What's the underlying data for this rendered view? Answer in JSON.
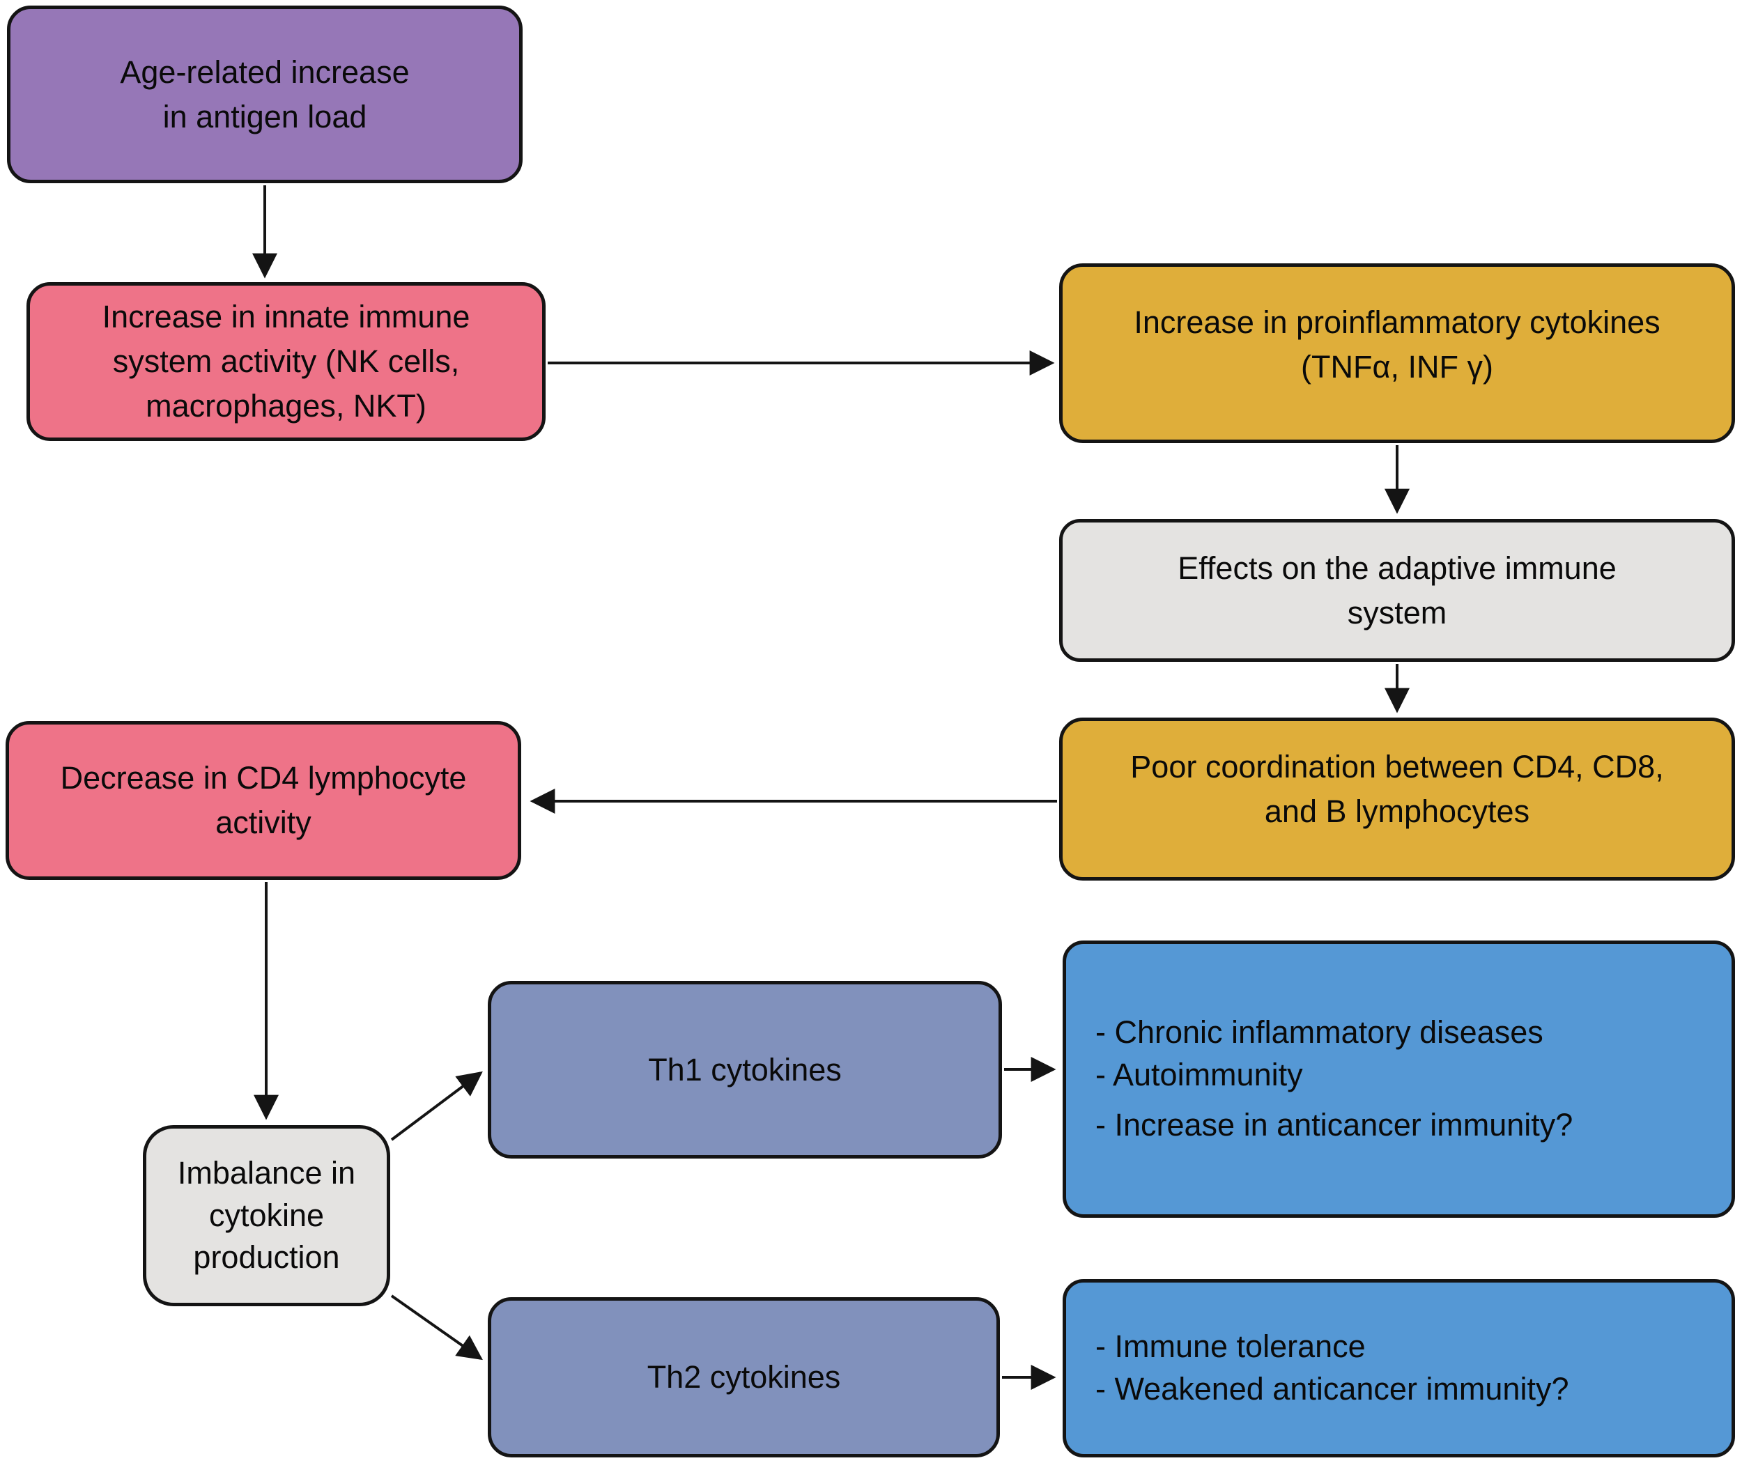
{
  "palette": {
    "purple": "#9677b7",
    "pink": "#ee7388",
    "gold": "#dfae3a",
    "gray": "#e4e3e1",
    "slate": "#8191bc",
    "blue": "#5598d5",
    "border": "#141414",
    "arrow": "#141414",
    "background": "#ffffff"
  },
  "nodes": {
    "antigen_load": {
      "text": "Age-related increase\nin antigen load"
    },
    "innate_immune": {
      "text": "Increase in innate immune\nsystem activity (NK cells,\nmacrophages, NKT)"
    },
    "proinflammatory": {
      "text": "Increase in proinflammatory cytokines\n(TNFα, INF γ)"
    },
    "adaptive_effects": {
      "text": "Effects on the adaptive immune\nsystem"
    },
    "poor_coordination": {
      "text": "Poor coordination between CD4, CD8,\nand B lymphocytes"
    },
    "cd4_decrease": {
      "text": "Decrease in CD4 lymphocyte\nactivity"
    },
    "cytokine_imbalance": {
      "text": "Imbalance in\ncytokine\nproduction"
    },
    "th1": {
      "text": "Th1 cytokines"
    },
    "th2": {
      "text": "Th2 cytokines"
    },
    "th1_outcomes": {
      "lines": [
        "- Chronic inflammatory diseases",
        "- Autoimmunity",
        "- Increase in anticancer immunity?"
      ]
    },
    "th2_outcomes": {
      "lines": [
        "- Immune tolerance",
        "- Weakened anticancer immunity?"
      ]
    }
  }
}
